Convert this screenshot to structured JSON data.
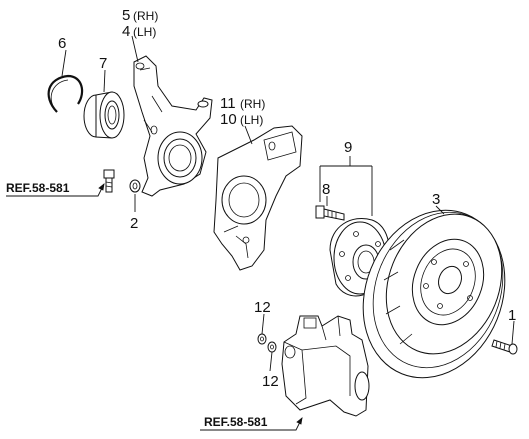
{
  "labels": {
    "n1": "1",
    "n2": "2",
    "n3": "3",
    "n4": "4",
    "n4_side": "(LH)",
    "n5": "5",
    "n5_side": "(RH)",
    "n6": "6",
    "n7": "7",
    "n8": "8",
    "n9": "9",
    "n10": "10",
    "n10_side": "(LH)",
    "n11": "11",
    "n11_side": "(RH)",
    "n12_top": "12",
    "n12_bottom": "12"
  },
  "references": {
    "ref_knuckle": "REF.58-581",
    "ref_caliper": "REF.58-581"
  }
}
